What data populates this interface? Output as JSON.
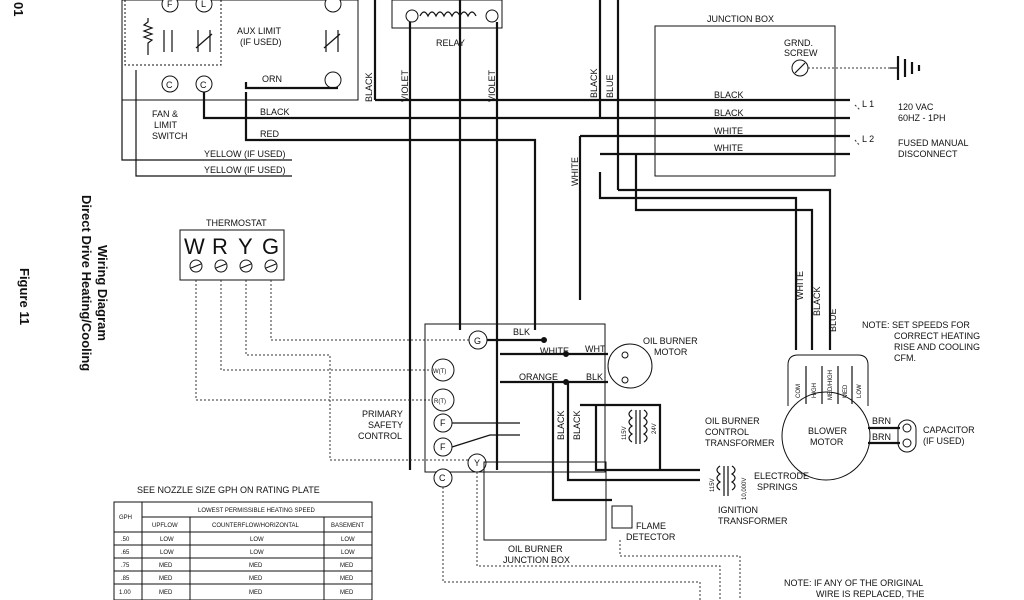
{
  "page_corner": "01",
  "figure": "Figure 11",
  "title": "Wiring Diagram",
  "subtitle": "Direct Drive Heating/Cooling",
  "fan_limit": {
    "label": [
      "FAN &",
      "LIMIT",
      "SWITCH"
    ],
    "terminals": [
      "F",
      "L",
      "C",
      "C"
    ],
    "aux_limit": [
      "AUX LIMIT",
      "(IF USED)"
    ]
  },
  "relay": "RELAY",
  "junction_box": "JUNCTION BOX",
  "ground_screw": [
    "GRND.",
    "SCREW"
  ],
  "power": {
    "l1": "L 1",
    "l2": "L 2",
    "supply": [
      "120 VAC",
      "60HZ - 1PH"
    ],
    "disconnect": [
      "FUSED MANUAL",
      "DISCONNECT"
    ]
  },
  "wires": {
    "orn": "ORN",
    "black": "BLACK",
    "red": "RED",
    "yellow_1": "YELLOW (IF USED)",
    "yellow_2": "YELLOW (IF USED)",
    "black_l1_a": "BLACK",
    "black_l1_b": "BLACK",
    "white_l2_a": "WHITE",
    "white_l2_b": "WHITE",
    "v_black_left": "BLACK",
    "v_violet_1": "VIOLET",
    "v_violet_2": "VIOLET",
    "v_black_mid": "BLACK",
    "v_blue_mid": "BLUE",
    "v_white_mid": "WHITE",
    "v_white_blower": "WHITE",
    "v_black_blower": "BLACK",
    "v_blue_blower": "BLUE",
    "blk_top": "BLK",
    "white_g": "WHITE",
    "wht_motor": "WHT",
    "orange": "ORANGE",
    "blk_motor": "BLK",
    "v_black_c1": "BLACK",
    "v_black_c2": "BLACK",
    "brn_1": "BRN",
    "brn_2": "BRN"
  },
  "thermostat": {
    "label": "THERMOSTAT",
    "terminals": [
      "W",
      "R",
      "Y",
      "G"
    ]
  },
  "primary_control": {
    "label": [
      "PRIMARY",
      "SAFETY",
      "CONTROL"
    ],
    "terminals": [
      "G",
      "W(T)",
      "R(T)",
      "F",
      "F",
      "Y",
      "C"
    ]
  },
  "oil_burner_motor": [
    "OIL BURNER",
    "MOTOR"
  ],
  "burner_transformer": {
    "label": [
      "OIL BURNER",
      "CONTROL",
      "TRANSFORMER"
    ],
    "v115": "115V",
    "v24": "24V"
  },
  "ignition": {
    "label": [
      "IGNITION",
      "TRANSFORMER"
    ],
    "v115": "115V",
    "v10000": "10,000V",
    "electrode": [
      "ELECTRODE",
      "SPRINGS"
    ]
  },
  "flame_detector": [
    "FLAME",
    "DETECTOR"
  ],
  "oil_burner_jbox": [
    "OIL BURNER",
    "JUNCTION BOX"
  ],
  "blower": {
    "label": [
      "BLOWER",
      "MOTOR"
    ],
    "speeds": [
      "COM",
      "HIGH",
      "MED/HIGH",
      "MED",
      "LOW"
    ]
  },
  "capacitor": [
    "CAPACITOR",
    "(IF USED)"
  ],
  "note_speeds": [
    "NOTE:  SET SPEEDS FOR",
    "CORRECT HEATING",
    "RISE AND COOLING",
    "CFM."
  ],
  "note_wire": [
    "NOTE:  IF ANY OF THE ORIGINAL",
    "WIRE IS REPLACED, THE"
  ],
  "nozzle_table": {
    "caption": "SEE NOZZLE SIZE GPH ON RATING PLATE",
    "group_header": "LOWEST PERMISSIBLE HEATING SPEED",
    "headers": [
      "GPH",
      "UPFLOW",
      "COUNTERFLOW/HORIZONTAL",
      "BASEMENT"
    ],
    "rows": [
      [
        ".50",
        "LOW",
        "LOW",
        "LOW"
      ],
      [
        ".65",
        "LOW",
        "LOW",
        "LOW"
      ],
      [
        ".75",
        "MED",
        "MED",
        "MED"
      ],
      [
        ".85",
        "MED",
        "MED",
        "MED"
      ],
      [
        "1.00",
        "MED",
        "MED",
        "MED"
      ]
    ]
  }
}
